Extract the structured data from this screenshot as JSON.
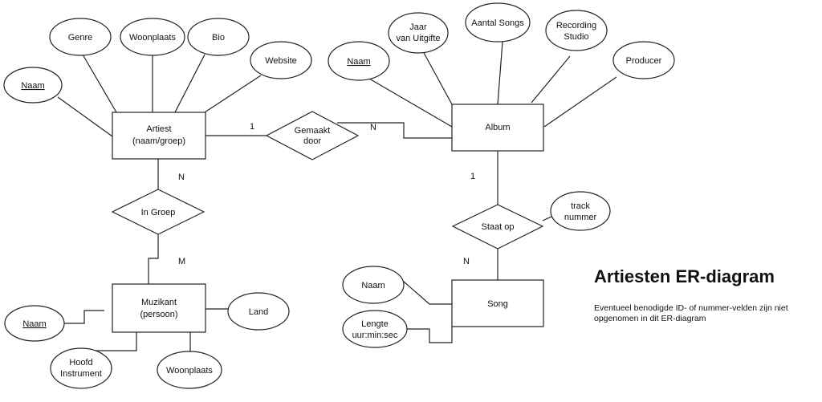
{
  "diagram": {
    "title": "Artiesten ER-diagram",
    "subtitle": "Eventueel benodigde ID- of nummer-velden zijn niet opgenomen in dit ER-diagram",
    "entities": {
      "artiest": [
        "Artiest",
        "(naam/groep)"
      ],
      "album": [
        "Album"
      ],
      "muzikant": [
        "Muzikant",
        "(persoon)"
      ],
      "song": [
        "Song"
      ]
    },
    "relationships": {
      "gemaakt_door": [
        "Gemaakt",
        "door"
      ],
      "in_groep": [
        "In Groep"
      ],
      "staat_op": [
        "Staat op"
      ]
    },
    "attributes": {
      "artiest_naam": [
        "Naam"
      ],
      "artiest_genre": [
        "Genre"
      ],
      "artiest_woonplaats": [
        "Woonplaats"
      ],
      "artiest_bio": [
        "Bio"
      ],
      "artiest_website": [
        "Website"
      ],
      "album_naam": [
        "Naam"
      ],
      "album_jaar": [
        "Jaar",
        "van Uitgifte"
      ],
      "album_aantal_songs": [
        "Aantal Songs"
      ],
      "album_recording_studio": [
        "Recording",
        "Studio"
      ],
      "album_producer": [
        "Producer"
      ],
      "muzikant_naam": [
        "Naam"
      ],
      "muzikant_hoofd_instrument": [
        "Hoofd",
        "Instrument"
      ],
      "muzikant_woonplaats": [
        "Woonplaats"
      ],
      "muzikant_land": [
        "Land"
      ],
      "song_naam": [
        "Naam"
      ],
      "song_lengte": [
        "Lengte",
        "uur:min:sec"
      ],
      "staat_op_track_nummer": [
        "track",
        "nummer"
      ]
    },
    "cardinalities": {
      "artiest_gemaakt": "1",
      "album_gemaakt": "N",
      "artiest_ingroep": "N",
      "muzikant_ingroep": "M",
      "album_staatop": "1",
      "song_staatop": "N"
    }
  }
}
